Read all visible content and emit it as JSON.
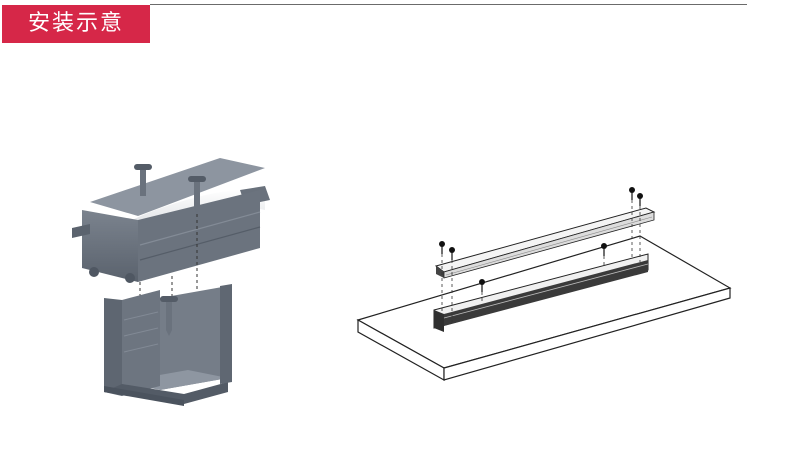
{
  "header": {
    "title": "安装示意"
  },
  "colors": {
    "accent": "#d62748",
    "profile_fill": "#6e7681",
    "profile_dark": "#505862",
    "profile_light": "#9ba3ad",
    "diffuser": "#eeeeee",
    "line": "#222222"
  },
  "figures": [
    {
      "name": "profile-channel-exploded-view",
      "icon": "aluminum-profile-with-screws"
    },
    {
      "name": "rail-on-board-exploded-view",
      "icon": "rail-board-with-screws"
    }
  ]
}
